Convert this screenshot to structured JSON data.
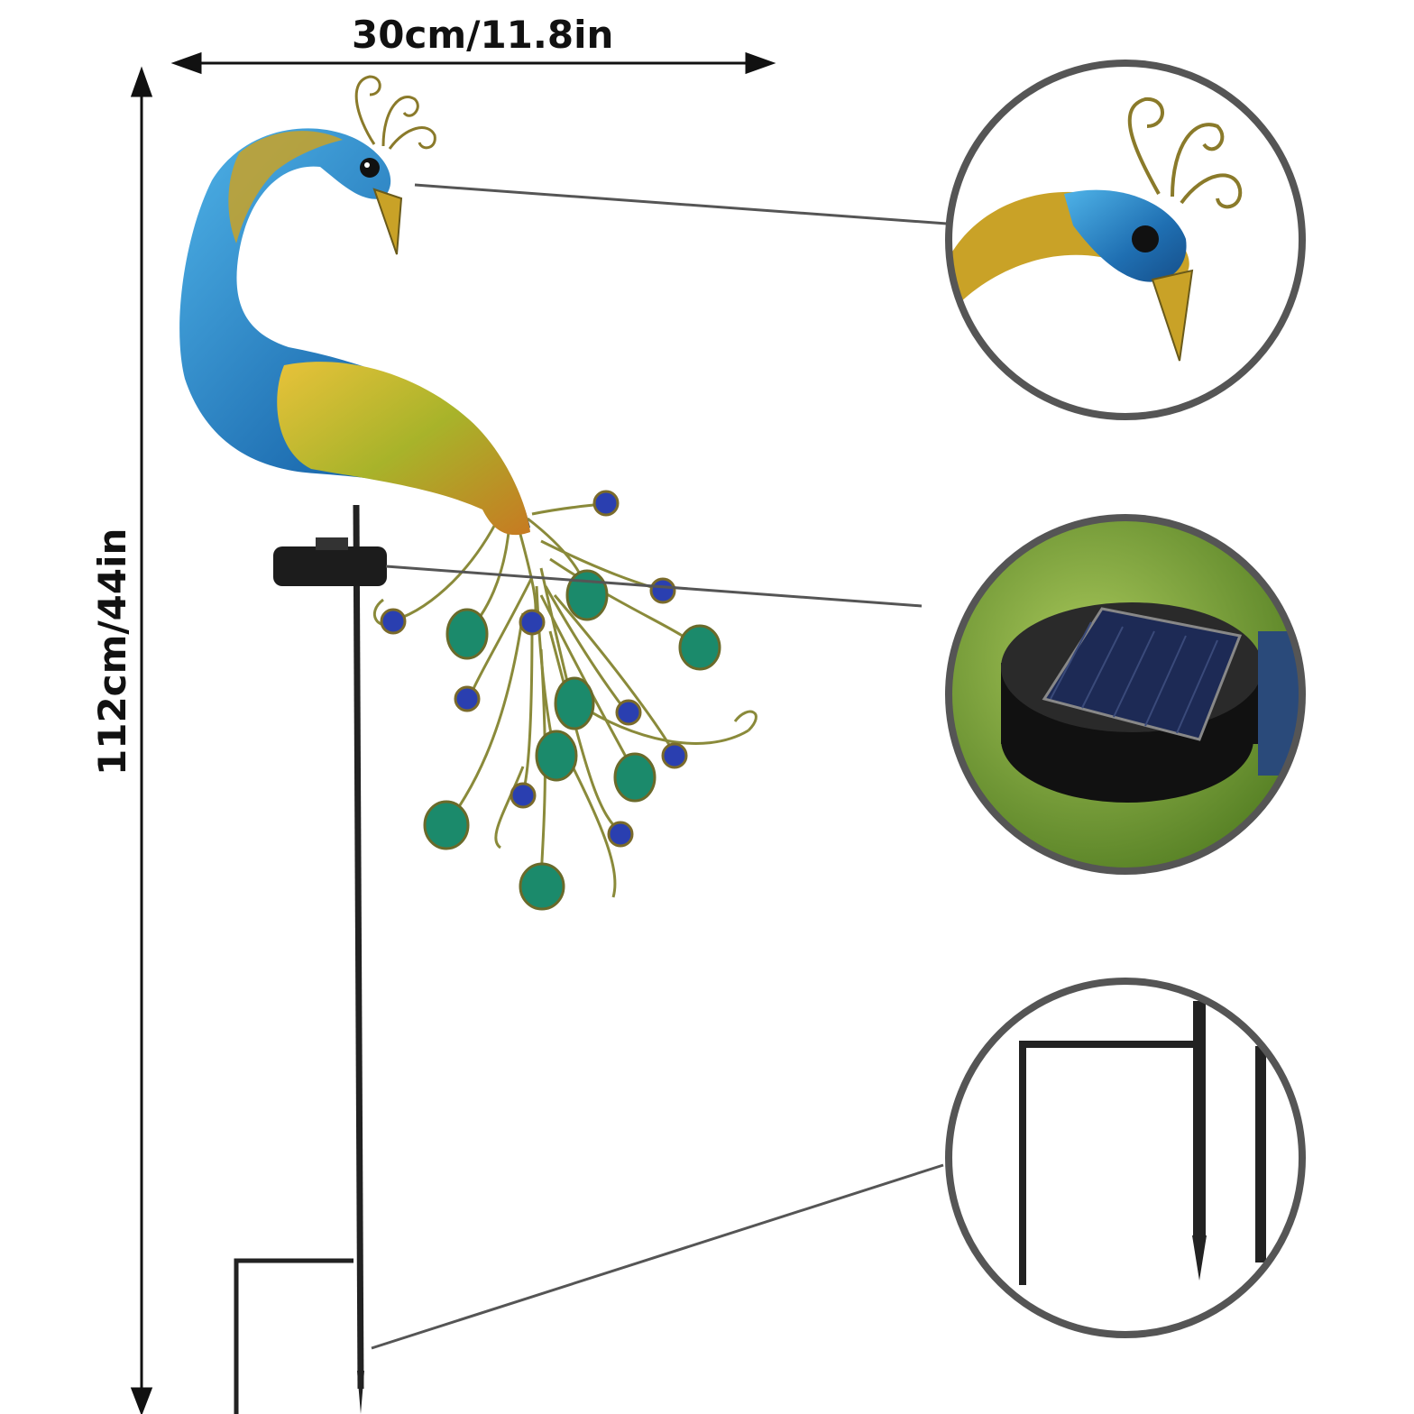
{
  "dimensions": {
    "width_label": "30cm/11.8in",
    "height_label": "112cm/44in"
  },
  "product": {
    "body_blue": "#1f6fb2",
    "body_gold": "#c9a227",
    "gem_green": "#1b8a6b",
    "gem_blue": "#2a3fb0",
    "stake_color": "#222222"
  },
  "detail_callouts": [
    {
      "name": "head-detail",
      "icon": "peacock-head"
    },
    {
      "name": "solar-panel-detail",
      "icon": "solar-panel"
    },
    {
      "name": "ground-stake-detail",
      "icon": "ground-stake"
    }
  ],
  "colors": {
    "circle_border": "#555555",
    "leader_line": "#555555",
    "dimension_arrow": "#111111",
    "grass_green": "#6f9a2e"
  }
}
